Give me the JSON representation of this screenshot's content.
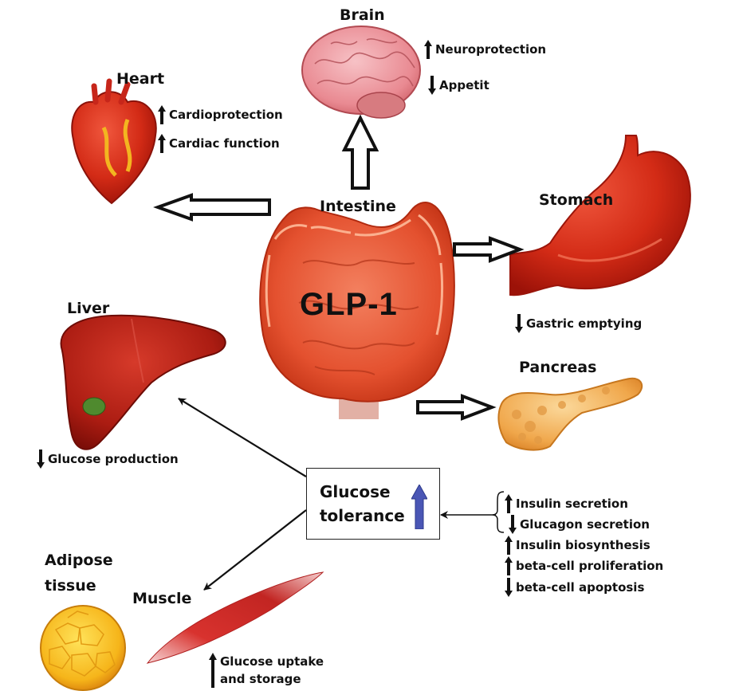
{
  "title": "GLP-1",
  "organs": {
    "intestine": "Intestine",
    "brain": "Brain",
    "heart": "Heart",
    "stomach": "Stomach",
    "pancreas": "Pancreas",
    "liver": "Liver",
    "adipose": "Adipose tissue",
    "adipose_line1": "Adipose",
    "adipose_line2": "tissue",
    "muscle": "Muscle"
  },
  "effects": {
    "brain": [
      {
        "text": "Neuroprotection",
        "direction": "up"
      },
      {
        "text": "Appetit",
        "direction": "down"
      }
    ],
    "heart": [
      {
        "text": "Cardioprotection",
        "direction": "up"
      },
      {
        "text": "Cardiac function",
        "direction": "up"
      }
    ],
    "stomach": [
      {
        "text": "Gastric emptying",
        "direction": "down"
      }
    ],
    "liver": [
      {
        "text": "Glucose production",
        "direction": "down"
      }
    ],
    "muscle": [
      {
        "text": "Glucose uptake",
        "direction": "up"
      },
      {
        "text": "and storage",
        "direction": "up"
      }
    ],
    "pancreas": [
      {
        "text": "Insulin secretion",
        "direction": "up"
      },
      {
        "text": "Glucagon secretion",
        "direction": "down"
      },
      {
        "text": "Insulin biosynthesis",
        "direction": "up"
      },
      {
        "text": "beta-cell proliferation",
        "direction": "up"
      },
      {
        "text": "beta-cell apoptosis",
        "direction": "down"
      }
    ]
  },
  "glucose_tolerance": {
    "line1": "Glucose",
    "line2": "tolerance",
    "direction": "up"
  },
  "colors": {
    "organ_red": "#d9341f",
    "organ_dark_red": "#a8160c",
    "intestine": "#e8573b",
    "pancreas": "#f2b15a",
    "adipose": "#f7c51f",
    "arrow_blue": "#4a56b5"
  }
}
